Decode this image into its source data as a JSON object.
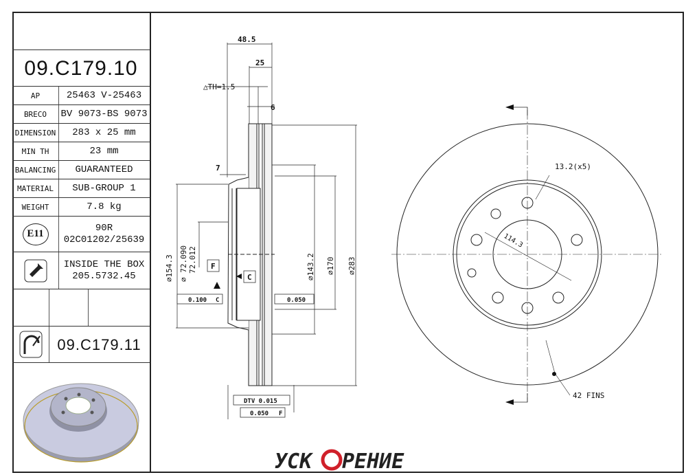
{
  "part_number": "09.C179.10",
  "specs": [
    {
      "label": "AP",
      "value": "25463 V-25463"
    },
    {
      "label": "BRECO",
      "value": "BV 9073-BS 9073"
    },
    {
      "label": "DIMENSION",
      "value": "283 x 25 mm"
    },
    {
      "label": "MIN TH",
      "value": "23 mm"
    },
    {
      "label": "BALANCING",
      "value": "GUARANTEED"
    },
    {
      "label": "MATERIAL",
      "value": "SUB-GROUP 1"
    },
    {
      "label": "WEIGHT",
      "value": "7.8 kg"
    }
  ],
  "approval": {
    "badge": "E11",
    "line1": "90R",
    "line2": "02C01202/25639"
  },
  "screw": {
    "line1": "INSIDE THE BOX",
    "line2": "205.5732.45"
  },
  "kit_part_number": "09.C179.11",
  "dimensions": {
    "d48": "48.5",
    "d25": "25",
    "dth": "△TH=1.5",
    "d6": "6",
    "d7": "7",
    "d154": "⌀154.3",
    "d72a": "⌀ 72.090",
    "d72b": "72.012",
    "d143": "⌀143.2",
    "d170": "⌀170",
    "d283": "⌀283",
    "datum_f": "F",
    "datum_c": "C",
    "tol_parallel": "0.100",
    "tol_parallel_ref": "C",
    "tol_flat": "0.050",
    "dtv": "DTV 0.015",
    "runout": "0.050",
    "runout_ref": "F",
    "holes": "13.2(x5)",
    "pcd": "114.3",
    "fins": "42 FINS"
  },
  "brand": {
    "left": "УСК",
    "right": "РЕНИЕ",
    "color": "#d0202a"
  }
}
